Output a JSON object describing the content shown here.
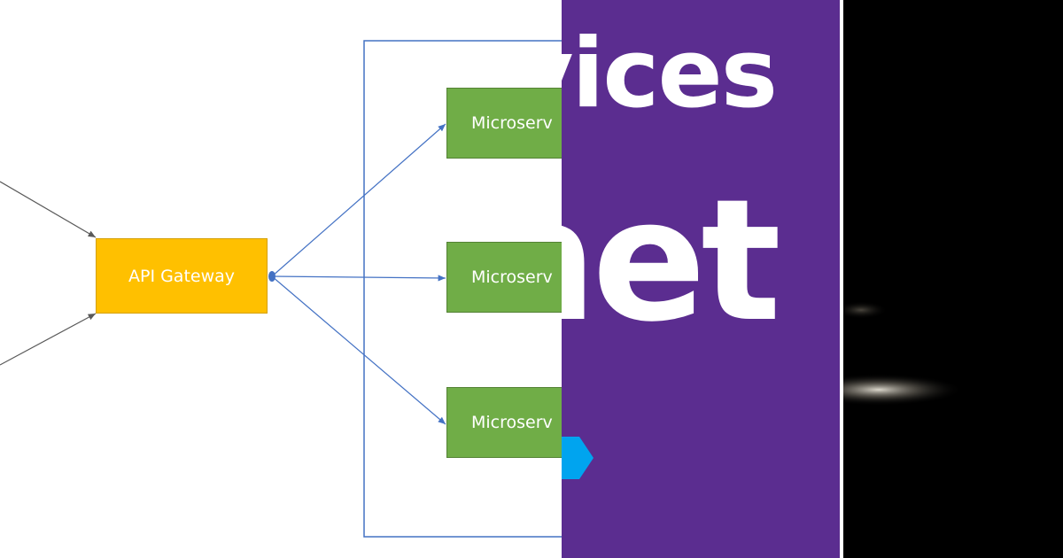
{
  "diagram": {
    "gateway_label": "API Gateway",
    "microservices": [
      {
        "label": "Microserv"
      },
      {
        "label": "Microserv"
      },
      {
        "label": "Microserv"
      }
    ],
    "colors": {
      "gateway": "#ffc000",
      "microservice": "#70ad47",
      "connector": "#4472c4",
      "client_arrow": "#595959"
    }
  },
  "banner": {
    "title_fragment_1": "vices",
    "title_fragment_2": "net",
    "background": "#5b2d90",
    "chevron_color": "#00a4ef",
    "chevron_icon": "chevron-arrow-icon"
  },
  "photo": {
    "background": "#000000"
  }
}
